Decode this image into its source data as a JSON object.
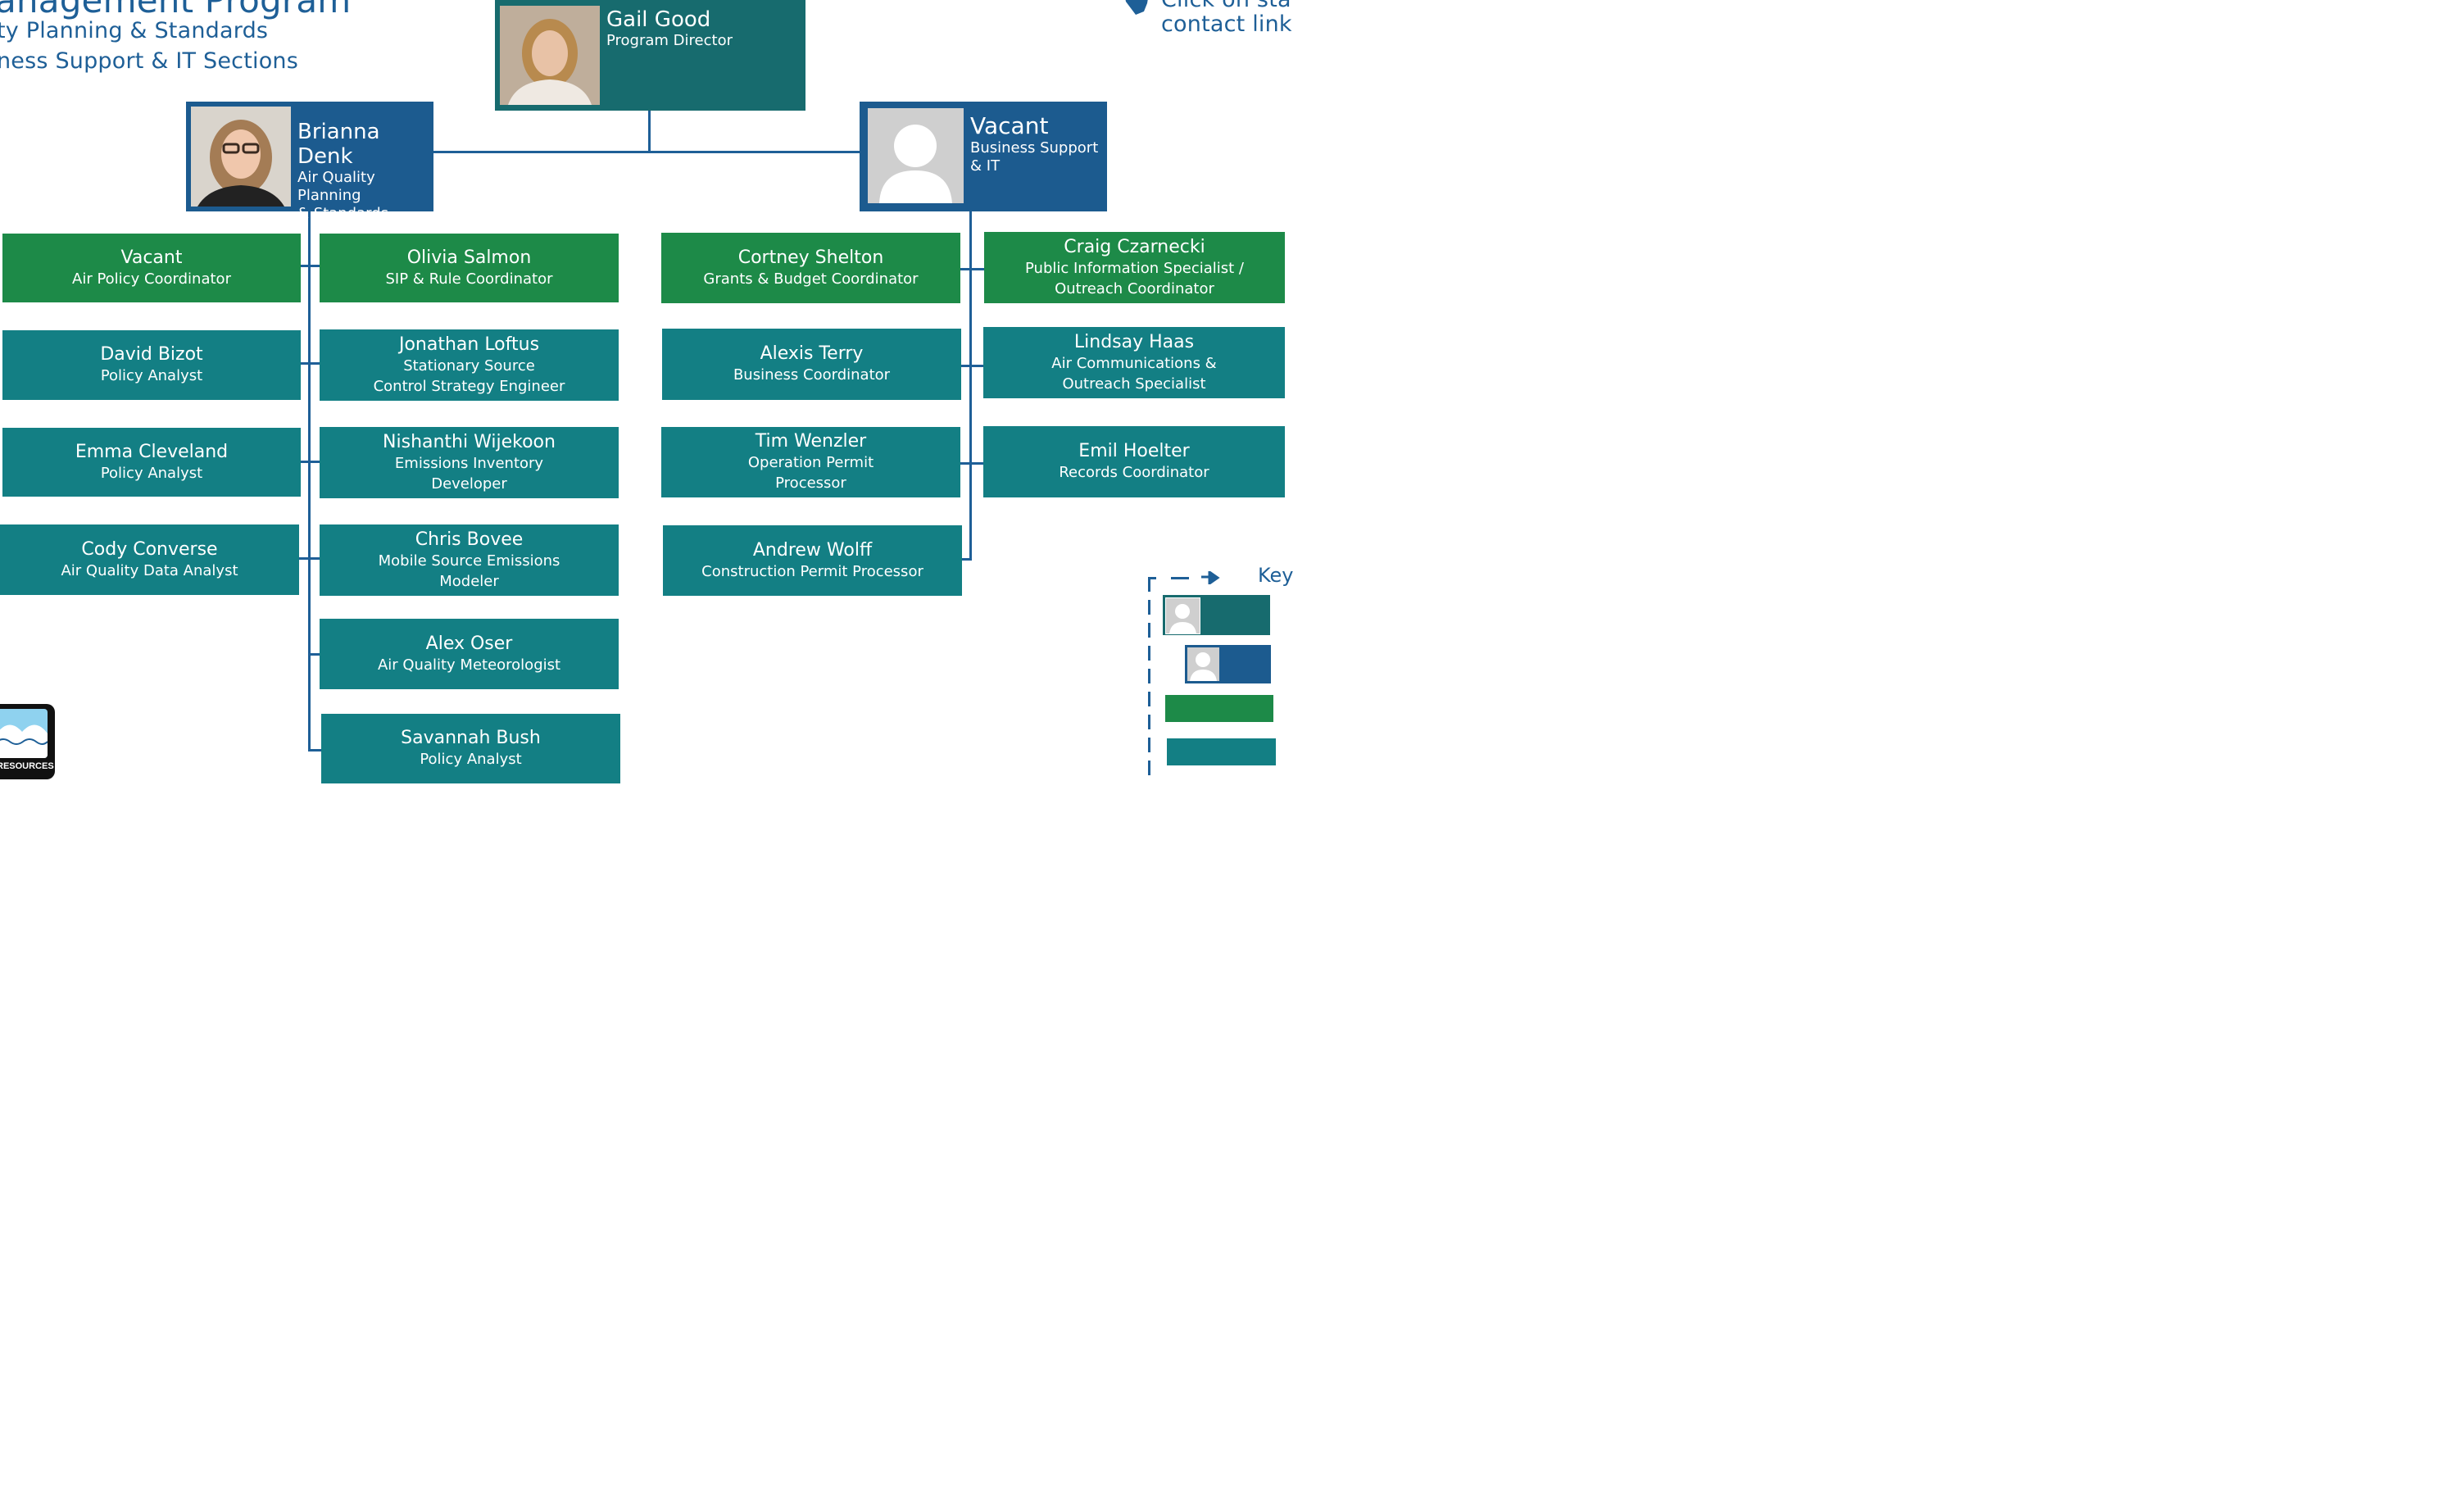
{
  "header": {
    "title_fragment": "anagement Program",
    "line1": "ty Planning & Standards",
    "line2": "ness Support & IT Sections",
    "contact_line1": "Click on sta",
    "contact_line2": "contact link"
  },
  "director": {
    "name": "Gail Good",
    "title": "Program Director"
  },
  "managers": {
    "left": {
      "name": "Brianna Denk",
      "title_line1": "Air Quality Planning",
      "title_line2": "& Standards"
    },
    "right": {
      "name": "Vacant",
      "title_line1": "Business Support",
      "title_line2": "& IT"
    }
  },
  "staff": {
    "col1": [
      {
        "name": "Vacant",
        "title": "Air Policy Coordinator"
      },
      {
        "name": "David Bizot",
        "title": "Policy Analyst"
      },
      {
        "name": "Emma Cleveland",
        "title": "Policy Analyst"
      },
      {
        "name": "Cody Converse",
        "title": "Air Quality Data Analyst"
      }
    ],
    "col2": [
      {
        "name": "Olivia Salmon",
        "title": "SIP & Rule Coordinator"
      },
      {
        "name": "Jonathan Loftus",
        "title": "Stationary Source",
        "title2": "Control Strategy Engineer"
      },
      {
        "name": "Nishanthi Wijekoon",
        "title": "Emissions Inventory",
        "title2": "Developer"
      },
      {
        "name": "Chris Bovee",
        "title": "Mobile Source Emissions",
        "title2": "Modeler"
      },
      {
        "name": "Alex Oser",
        "title": "Air Quality Meteorologist"
      },
      {
        "name": "Savannah Bush",
        "title": "Policy Analyst"
      }
    ],
    "col3": [
      {
        "name": "Cortney Shelton",
        "title": "Grants & Budget Coordinator"
      },
      {
        "name": "Alexis Terry",
        "title": "Business Coordinator"
      },
      {
        "name": "Tim Wenzler",
        "title": "Operation Permit",
        "title2": "Processor"
      },
      {
        "name": "Andrew Wolff",
        "title": "Construction Permit Processor"
      }
    ],
    "col4": [
      {
        "name": "Craig Czarnecki",
        "title": "Public Information Specialist /",
        "title2": "Outreach Coordinator"
      },
      {
        "name": "Lindsay Haas",
        "title": "Air Communications &",
        "title2": "Outreach Specialist"
      },
      {
        "name": "Emil Hoelter",
        "title": "Records Coordinator"
      }
    ]
  },
  "key": {
    "label": "Key"
  },
  "logo": {
    "text": "RESOURCES"
  },
  "colors": {
    "header_blue": "#1e5f97",
    "green": "#1d8a48",
    "teal": "#137f84",
    "dark_teal": "#176b6e",
    "blue": "#1c5b8f"
  },
  "icons": [
    "person-placeholder-icon",
    "arrow-right-icon",
    "wisconsin-map-icon"
  ]
}
